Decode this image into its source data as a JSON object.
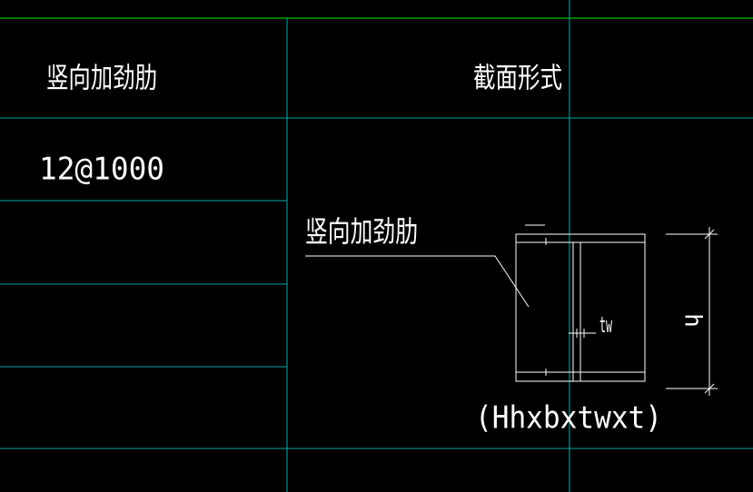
{
  "table": {
    "header_left": "竖向加劲肋",
    "header_right": "截面形式",
    "row1_value": "12@1000"
  },
  "section": {
    "callout_label": "竖向加劲肋",
    "dim_tw": "tw",
    "dim_h": "h",
    "designation": "(Hhxbxtwxt)"
  },
  "colors": {
    "background": "#000000",
    "table_lines": "#00a8a8",
    "top_line": "#00c000",
    "drawing_lines": "#ffffff",
    "text": "#ffffff"
  }
}
